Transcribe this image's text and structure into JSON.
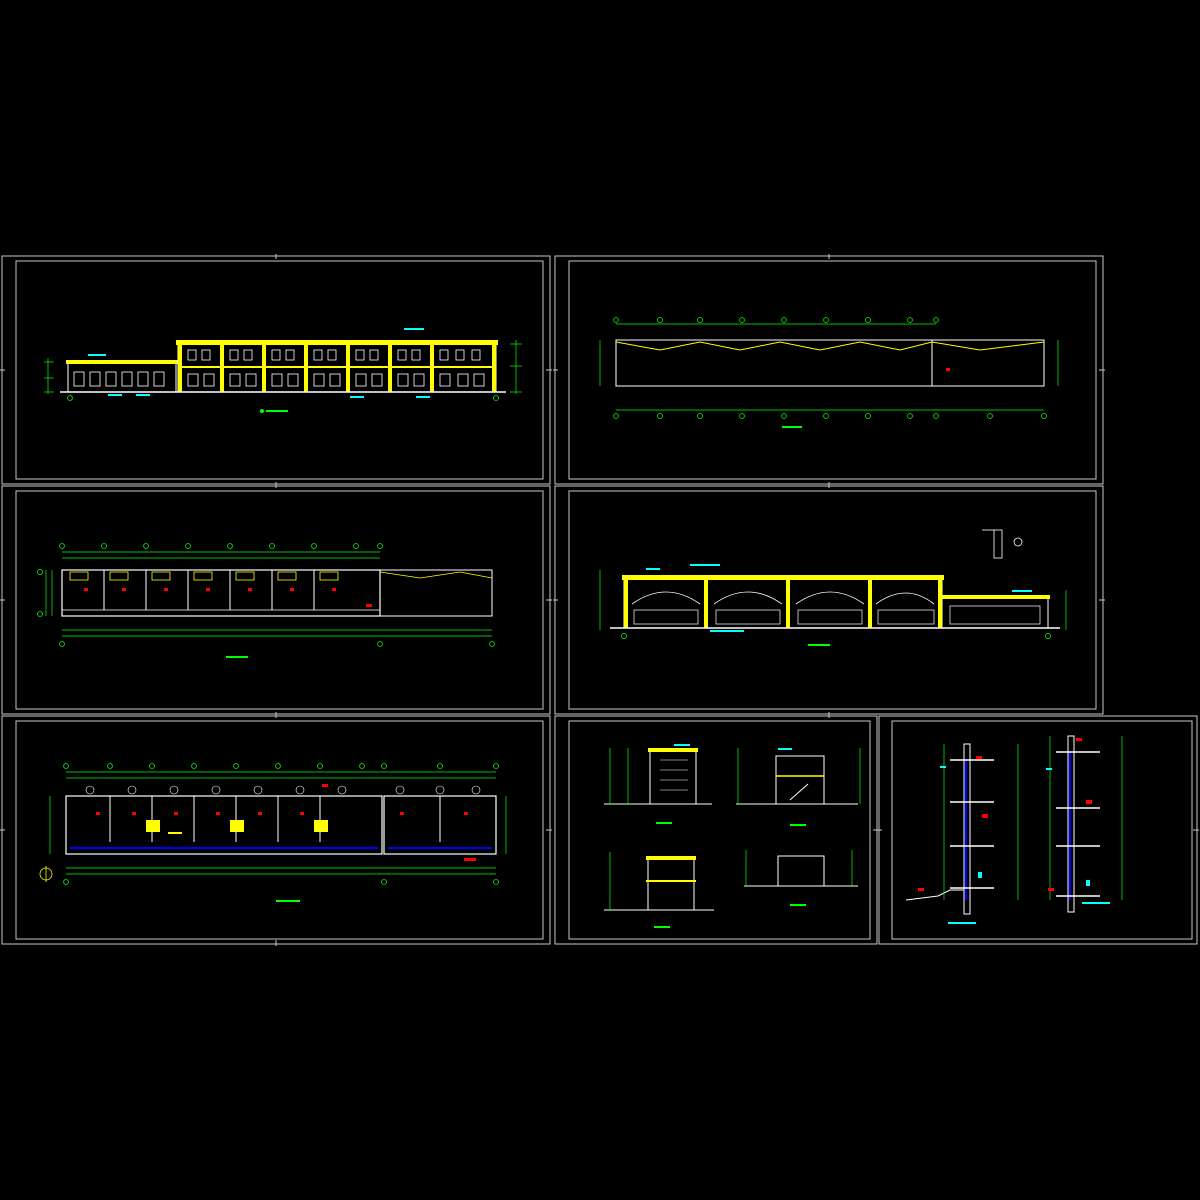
{
  "app": {
    "title": "",
    "background": "#000000"
  },
  "colors": {
    "frame": "#c8c8c8",
    "dimension": "#00ff00",
    "wall": "#ffffff",
    "roof": "#ffff00",
    "window": "#ffffff",
    "note": "#00ffff",
    "room_tag": "#ff0000",
    "glazing": "#0000ff",
    "column": "#ffff00"
  },
  "sheets": [
    {
      "id": "sheet-1",
      "kind": "elevation-long",
      "title": ""
    },
    {
      "id": "sheet-2",
      "kind": "roof-plan",
      "title": ""
    },
    {
      "id": "sheet-3",
      "kind": "second-floor-plan",
      "title": ""
    },
    {
      "id": "sheet-4",
      "kind": "elevation-long-2",
      "title": ""
    },
    {
      "id": "sheet-5",
      "kind": "first-floor-plan",
      "title": ""
    },
    {
      "id": "sheet-6",
      "kind": "end-elevations-and-sections",
      "title": ""
    },
    {
      "id": "sheet-7",
      "kind": "wall-sections",
      "title": ""
    }
  ],
  "icons": {
    "north": "north-arrow-icon",
    "detail": "detail-callout-icon"
  }
}
